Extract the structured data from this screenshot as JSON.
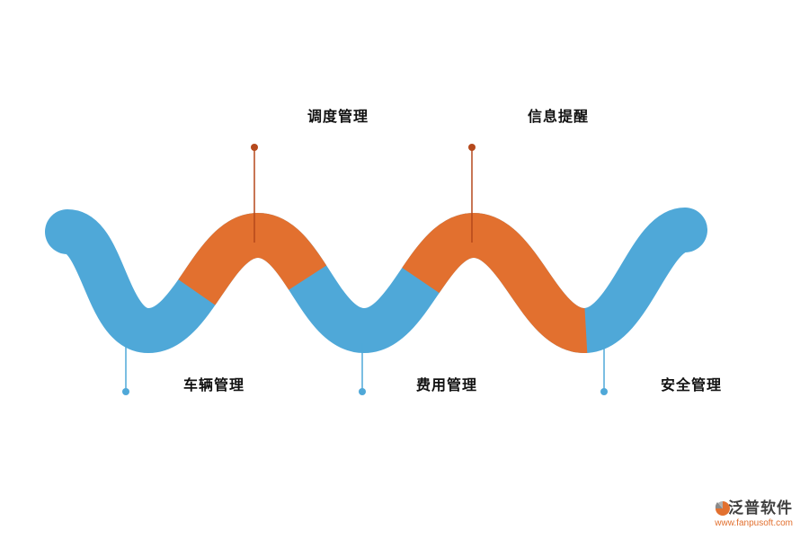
{
  "diagram": {
    "top_labels": [
      {
        "text": "调度管理"
      },
      {
        "text": "信息提醒"
      }
    ],
    "bottom_labels": [
      {
        "text": "车辆管理"
      },
      {
        "text": "费用管理"
      },
      {
        "text": "安全管理"
      }
    ]
  },
  "colors": {
    "ribbon_blue": "#4fa8d8",
    "ribbon_orange": "#e2702f",
    "top_marker": "#b5491c",
    "bottom_marker": "#4fa8d8",
    "label_text": "#111111",
    "logo_text": "#3f3f3f",
    "logo_accent": "#e2702f"
  },
  "logo": {
    "name": "泛普软件",
    "website": "www.fanpusoft.com"
  }
}
